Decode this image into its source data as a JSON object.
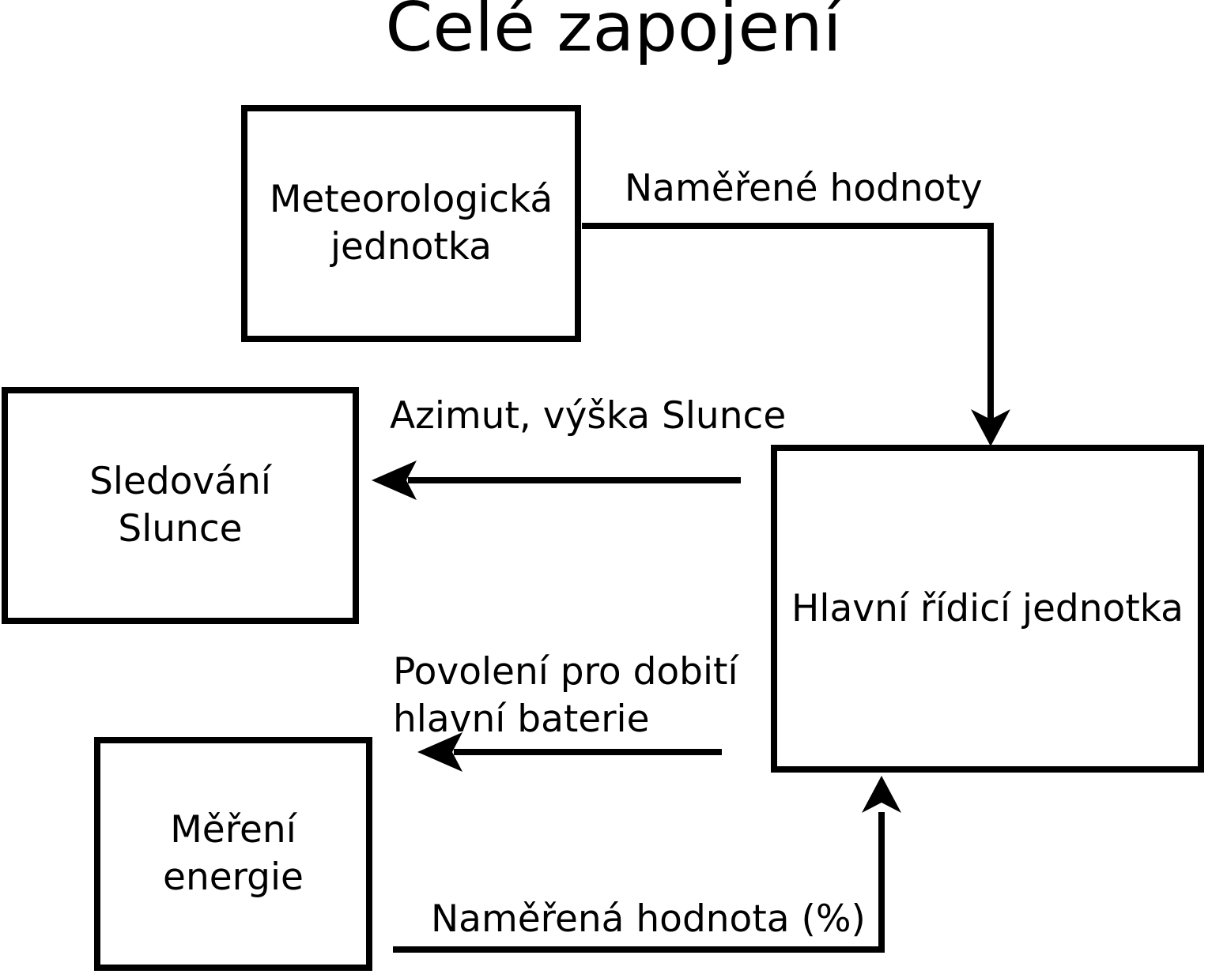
{
  "diagram": {
    "title": "Celé zapojení",
    "colors": {
      "background": "#ffffff",
      "line": "#000000",
      "text": "#000000"
    },
    "nodes": {
      "meteo": {
        "label": "Meteorologická\njednotka"
      },
      "sun_tracking": {
        "label": "Sledování\nSlunce"
      },
      "energy": {
        "label": "Měření\nenergie"
      },
      "main_unit": {
        "label": "Hlavní řídicí jednotka"
      }
    },
    "edges": {
      "measured_values": {
        "label": "Naměřené hodnoty",
        "from": "meteo",
        "to": "main_unit"
      },
      "azimuth": {
        "label": "Azimut, výška Slunce",
        "from": "main_unit",
        "to": "sun_tracking"
      },
      "charge_permission": {
        "label": "Povolení pro dobití\nhlavní baterie",
        "from": "main_unit",
        "to": "energy"
      },
      "measured_percent": {
        "label": "Naměřená hodnota (%)",
        "from": "energy",
        "to": "main_unit"
      }
    }
  }
}
